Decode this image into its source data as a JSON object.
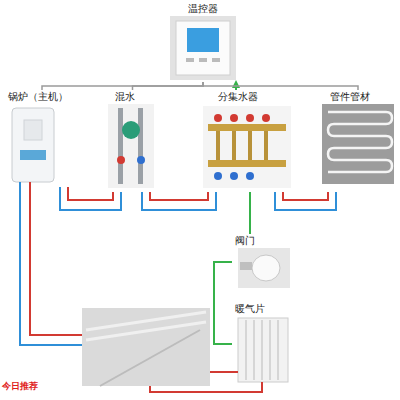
{
  "diagram": {
    "nodes": [
      {
        "text": [
          "温控器"
        ]
      },
      {
        "text": [
          "锅炉（主机）"
        ]
      },
      {
        "text": [
          "混水"
        ]
      },
      {
        "text": [
          "分集水器"
        ]
      },
      {
        "text": [
          "管件管材"
        ]
      },
      {
        "text": [
          "阀门"
        ]
      },
      {
        "text": [
          "暖气片"
        ]
      }
    ],
    "edges": [
      {
        "from": 0,
        "to": 1,
        "arrow": "none"
      },
      {
        "from": 0,
        "to": 2,
        "arrow": "none"
      },
      {
        "from": 3,
        "to": 0,
        "arrow": "to"
      },
      {
        "from": 0,
        "to": 4,
        "arrow": "none"
      },
      {
        "from": 1,
        "to": 2,
        "arrow": "none"
      },
      {
        "from": 2,
        "to": 3,
        "arrow": "none"
      },
      {
        "from": 3,
        "to": 4,
        "arrow": "none"
      },
      {
        "from": 3,
        "to": 5,
        "arrow": "none"
      },
      {
        "from": 5,
        "to": 6,
        "arrow": "none"
      }
    ],
    "labels": [
      "今日推荐"
    ]
  }
}
